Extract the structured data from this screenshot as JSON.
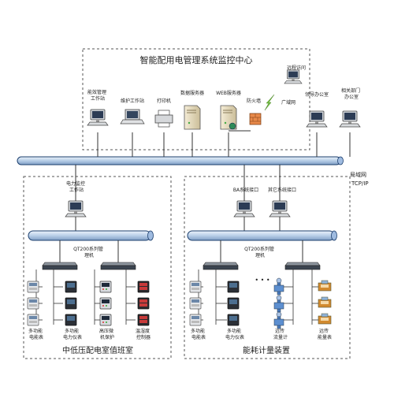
{
  "title": "智能配用电管理系统监控中心",
  "center": {
    "energy_station": [
      "能效管理",
      "工作站"
    ],
    "maint_station": "维护工作站",
    "printer": "打印机",
    "db_server": "数据服务器",
    "web_server": "WEB服务器",
    "firewall": "防火墙",
    "remote_access": "远程访问",
    "wan": "广域网",
    "leader_office": [
      "领导办公室"
    ],
    "dept_office": [
      "相关部门",
      "办公室"
    ]
  },
  "lan": {
    "name": "局域网",
    "protocol": "TCP/IP"
  },
  "left_room": {
    "station": [
      "电力监控",
      "工作站"
    ],
    "switch": [
      "QT200系列管",
      "理机"
    ],
    "devices": [
      [
        "多功能",
        "电能表"
      ],
      [
        "多功能",
        "电力仪表"
      ],
      [
        "高压微",
        "机保护"
      ],
      [
        "温湿度",
        "控制器"
      ]
    ],
    "caption": "中低压配电室值班室"
  },
  "right_room": {
    "ba_iface": "BA系统接口",
    "other_iface": "其它系统接口",
    "switch": [
      "QT200系列管",
      "理机"
    ],
    "dots": "• • •",
    "devices": [
      [
        "多功能",
        "电能表"
      ],
      [
        "多功能",
        "电力仪表"
      ],
      [
        "远传",
        "流量计"
      ],
      [
        "远传",
        "能量表"
      ]
    ],
    "caption": "能耗计量装置"
  },
  "colors": {
    "bus_fill": "#c7d9ee",
    "bus_stroke": "#1c3f6e",
    "line": "#333333",
    "dashed": "#555555",
    "firewall": "#e8894a"
  }
}
